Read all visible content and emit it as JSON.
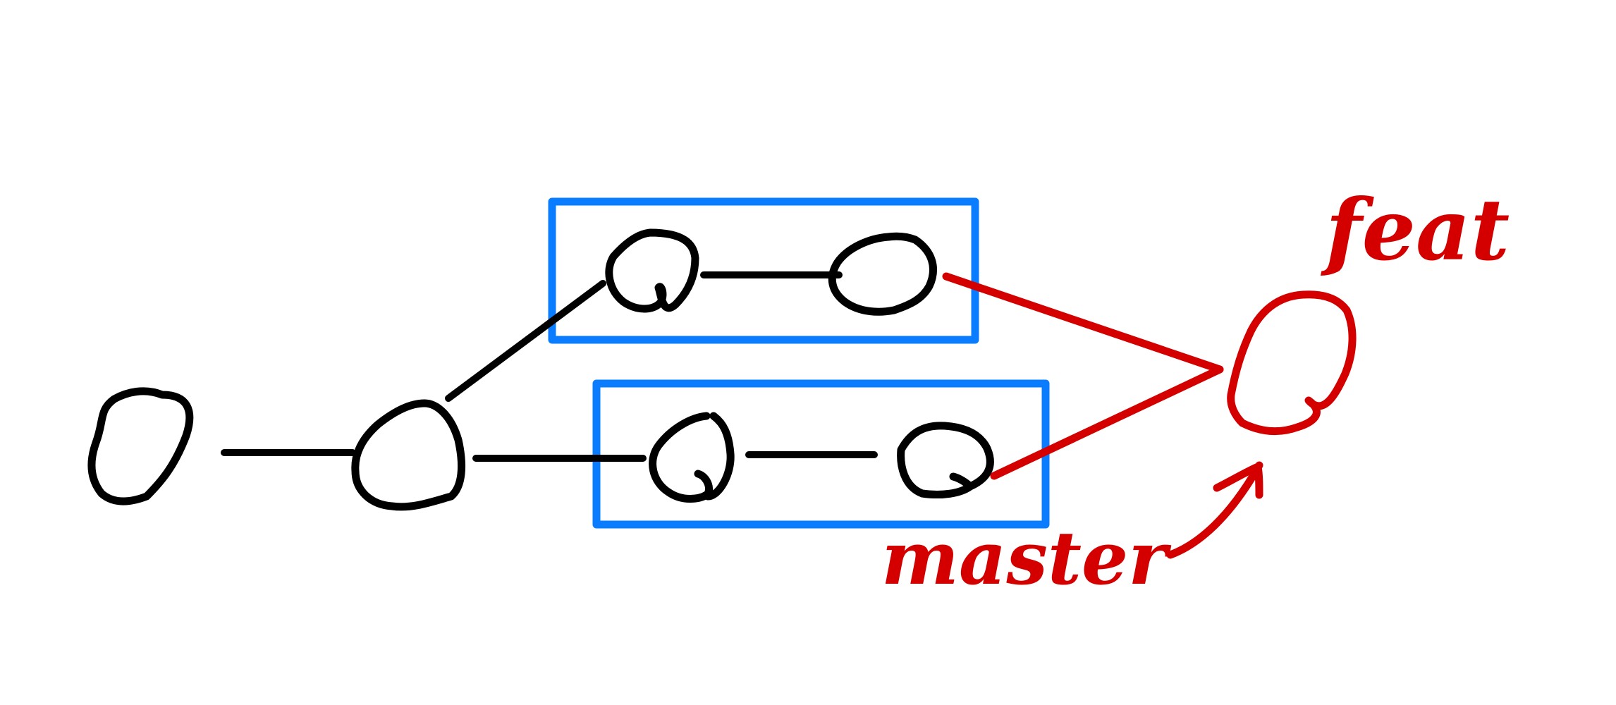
{
  "diagram": {
    "labels": {
      "feat": "feat",
      "master": "master"
    },
    "colors": {
      "commit_ink": "#000000",
      "branch_ink": "#d40000",
      "highlight_box": "#0a7cff",
      "background": "#ffffff"
    },
    "nodes": [
      {
        "id": "c1",
        "branch": "base"
      },
      {
        "id": "c2",
        "branch": "base"
      },
      {
        "id": "c3",
        "branch": "upper"
      },
      {
        "id": "c4",
        "branch": "upper"
      },
      {
        "id": "c5",
        "branch": "lower"
      },
      {
        "id": "c6",
        "branch": "lower"
      },
      {
        "id": "merge",
        "branch": "merge"
      }
    ],
    "edges": [
      {
        "from": "c1",
        "to": "c2"
      },
      {
        "from": "c2",
        "to": "c3"
      },
      {
        "from": "c3",
        "to": "c4"
      },
      {
        "from": "c2",
        "to": "c5"
      },
      {
        "from": "c5",
        "to": "c6"
      },
      {
        "from": "c4",
        "to": "merge"
      },
      {
        "from": "c6",
        "to": "merge"
      }
    ]
  }
}
